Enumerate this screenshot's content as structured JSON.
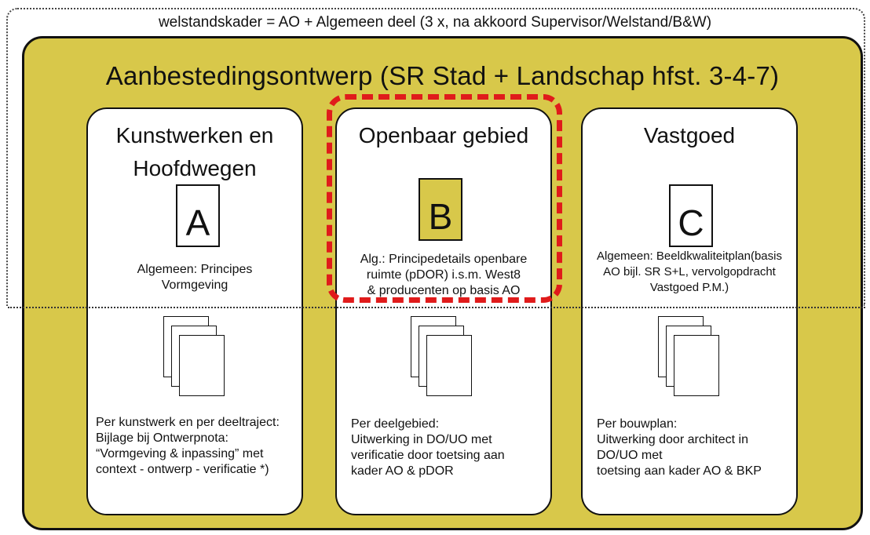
{
  "header": {
    "outer_label": "welstandskader = AO + Algemeen deel (3 x,  na akkoord Supervisor/Welstand/B&W)",
    "main_title": "Aanbestedingsontwerp (SR Stad + Landschap hfst. 3-4-7)"
  },
  "columns": [
    {
      "title_line1": "Kunstwerken en",
      "title_line2": "Hoofdwegen",
      "letter": "A",
      "letter_box_color": "#ffffff",
      "desc_lines": [
        "Algemeen: Principes",
        "Vormgeving"
      ],
      "bottom_lines": [
        "Per kunstwerk en per deeltraject:",
        "Bijlage bij Ontwerpnota:",
        "“Vormgeving & inpassing” met",
        "context - ontwerp - verificatie *)"
      ]
    },
    {
      "title_line1": "Openbaar gebied",
      "letter": "B",
      "letter_box_color": "#d8c84a",
      "desc_lines": [
        "Alg.: Principedetails openbare",
        "ruimte (pDOR) i.s.m. West8",
        "& producenten  op basis AO"
      ],
      "bottom_lines": [
        "Per deelgebied:",
        "Uitwerking in DO/UO met",
        "verificatie door toetsing aan",
        "kader AO & pDOR"
      ]
    },
    {
      "title_line1": "Vastgoed",
      "letter": "C",
      "letter_box_color": "#ffffff",
      "desc_lines": [
        "Algemeen: Beeldkwaliteitplan(basis",
        "AO bijl. SR S+L, vervolgopdracht",
        "Vastgoed P.M.)"
      ],
      "bottom_lines": [
        "Per bouwplan:",
        "Uitwerking door architect in",
        "DO/UO met",
        "toetsing aan kader AO & BKP"
      ]
    }
  ],
  "colors": {
    "panel_yellow": "#d8c84a",
    "highlight_red": "#e01b1b"
  }
}
